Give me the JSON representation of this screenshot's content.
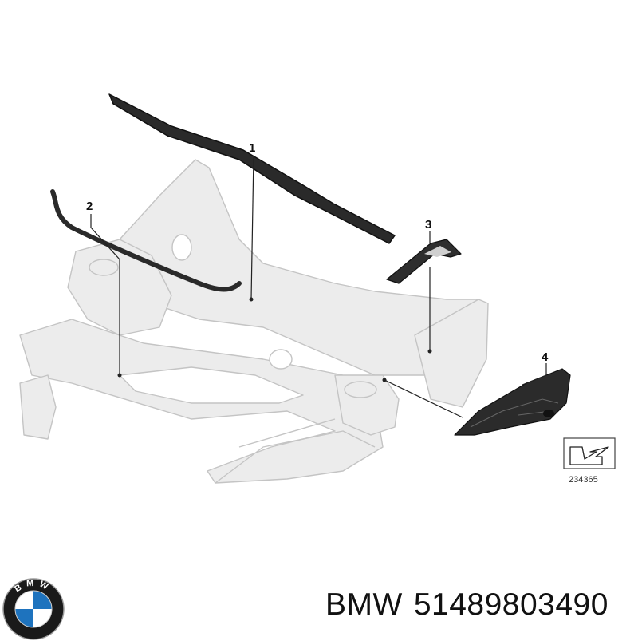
{
  "diagram": {
    "callouts": [
      {
        "number": "1",
        "part": "seal-top-cowl"
      },
      {
        "number": "2",
        "part": "seal-left-strip"
      },
      {
        "number": "3",
        "part": "bracket-corner"
      },
      {
        "number": "4",
        "part": "cover-right"
      }
    ],
    "reference_number": "234365"
  },
  "logo": {
    "brand_letters": "BMW",
    "colors": {
      "ring": "#1a1a1a",
      "blue": "#1e73be",
      "white": "#ffffff"
    }
  },
  "caption": {
    "brand": "BMW",
    "part_number": "51489803490"
  },
  "colors": {
    "frame_fill": "#ececec",
    "frame_stroke": "#c4c4c4",
    "seal": "#2a2a2a",
    "leader": "#222222"
  }
}
